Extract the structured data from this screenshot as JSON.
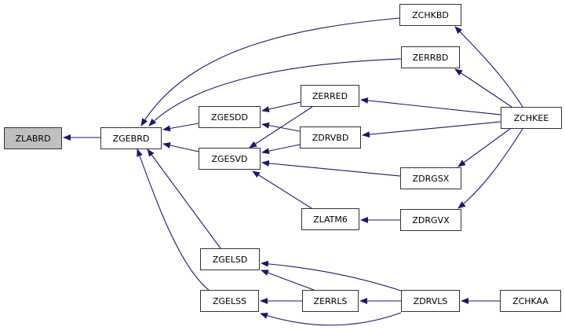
{
  "diagram": {
    "type": "call-graph",
    "root": "ZLABRD",
    "colors": {
      "edge": "#191970",
      "node_border": "#333333",
      "root_fill": "#bfbfbf",
      "node_fill": "#ffffff"
    },
    "nodes": [
      {
        "id": "ZLABRD",
        "label": "ZLABRD",
        "root": true
      },
      {
        "id": "ZGEBRD",
        "label": "ZGEBRD"
      },
      {
        "id": "ZGESDD",
        "label": "ZGESDD"
      },
      {
        "id": "ZGESVD",
        "label": "ZGESVD"
      },
      {
        "id": "ZGELSD",
        "label": "ZGELSD"
      },
      {
        "id": "ZGELSS",
        "label": "ZGELSS"
      },
      {
        "id": "ZERRED",
        "label": "ZERRED"
      },
      {
        "id": "ZDRVBD",
        "label": "ZDRVBD"
      },
      {
        "id": "ZLATM6",
        "label": "ZLATM6"
      },
      {
        "id": "ZERRLS",
        "label": "ZERRLS"
      },
      {
        "id": "ZCHKBD",
        "label": "ZCHKBD"
      },
      {
        "id": "ZERRBD",
        "label": "ZERRBD"
      },
      {
        "id": "ZDRGSX",
        "label": "ZDRGSX"
      },
      {
        "id": "ZDRGVX",
        "label": "ZDRGVX"
      },
      {
        "id": "ZDRVLS",
        "label": "ZDRVLS"
      },
      {
        "id": "ZCHKEE",
        "label": "ZCHKEE"
      },
      {
        "id": "ZCHKAA",
        "label": "ZCHKAA"
      }
    ],
    "edges": [
      {
        "from": "ZGEBRD",
        "to": "ZLABRD"
      },
      {
        "from": "ZCHKBD",
        "to": "ZGEBRD"
      },
      {
        "from": "ZERRBD",
        "to": "ZGEBRD"
      },
      {
        "from": "ZGESDD",
        "to": "ZGEBRD"
      },
      {
        "from": "ZGESVD",
        "to": "ZGEBRD"
      },
      {
        "from": "ZGELSD",
        "to": "ZGEBRD"
      },
      {
        "from": "ZGELSS",
        "to": "ZGEBRD"
      },
      {
        "from": "ZERRED",
        "to": "ZGESDD"
      },
      {
        "from": "ZDRVBD",
        "to": "ZGESDD"
      },
      {
        "from": "ZERRED",
        "to": "ZGESVD"
      },
      {
        "from": "ZDRVBD",
        "to": "ZGESVD"
      },
      {
        "from": "ZDRGSX",
        "to": "ZGESVD"
      },
      {
        "from": "ZLATM6",
        "to": "ZGESVD"
      },
      {
        "from": "ZDRGVX",
        "to": "ZLATM6"
      },
      {
        "from": "ZCHKEE",
        "to": "ZCHKBD"
      },
      {
        "from": "ZCHKEE",
        "to": "ZERRBD"
      },
      {
        "from": "ZCHKEE",
        "to": "ZERRED"
      },
      {
        "from": "ZCHKEE",
        "to": "ZDRVBD"
      },
      {
        "from": "ZCHKEE",
        "to": "ZDRGSX"
      },
      {
        "from": "ZCHKEE",
        "to": "ZDRGVX"
      },
      {
        "from": "ZDRVLS",
        "to": "ZGELSD"
      },
      {
        "from": "ZERRLS",
        "to": "ZGELSD"
      },
      {
        "from": "ZERRLS",
        "to": "ZGELSS"
      },
      {
        "from": "ZDRVLS",
        "to": "ZGELSS"
      },
      {
        "from": "ZDRVLS",
        "to": "ZERRLS"
      },
      {
        "from": "ZCHKAA",
        "to": "ZDRVLS"
      }
    ]
  }
}
